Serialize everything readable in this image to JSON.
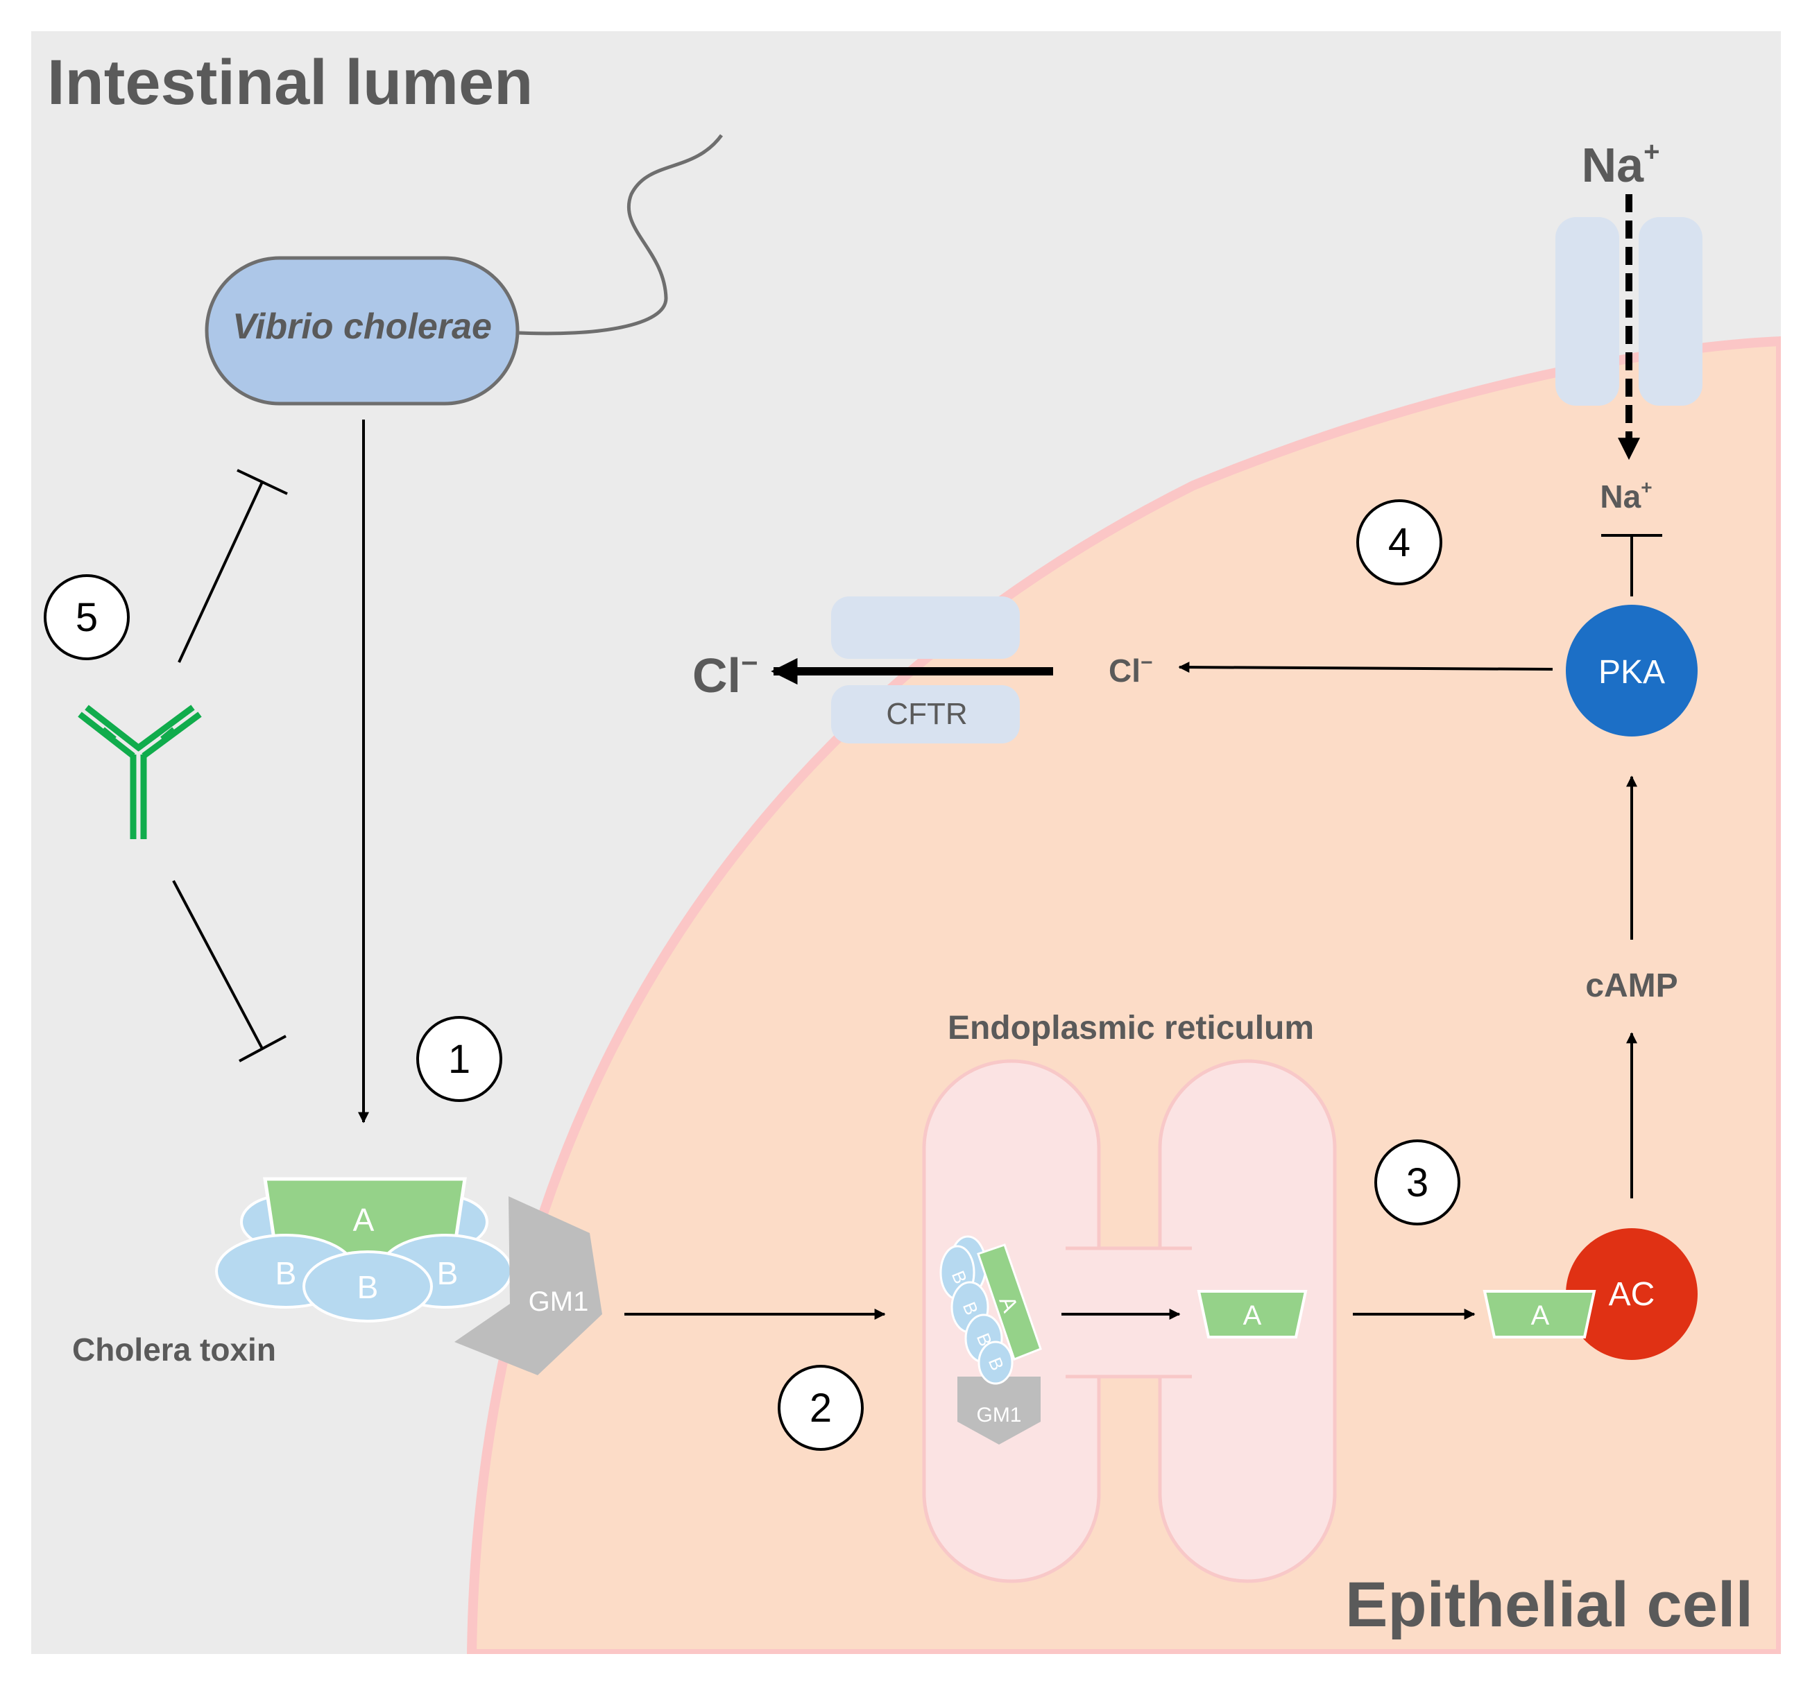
{
  "regions": {
    "lumen_label": "Intestinal lumen",
    "cell_label": "Epithelial cell"
  },
  "bacterium": {
    "label": "Vibrio cholerae"
  },
  "toxin": {
    "label": "Cholera toxin",
    "subunit_a": "A",
    "subunit_b": "B",
    "receptor": "GM1"
  },
  "organelle": {
    "label": "Endoplasmic reticulum"
  },
  "molecules": {
    "na_out": "Na",
    "na_in": "Na",
    "plus": "+",
    "cl_out": "Cl",
    "cl_in": "Cl",
    "minus": "−",
    "cftr": "CFTR",
    "pka": "PKA",
    "camp": "cAMP",
    "ac": "AC"
  },
  "steps": [
    "1",
    "2",
    "3",
    "4",
    "5"
  ],
  "colors": {
    "lumen_bg": "#ebebeb",
    "cell_fill": "#fcdcc7",
    "cell_membrane": "#fbc6c6",
    "bacterium_fill": "#adc7e8",
    "subunit_a": "#95d289",
    "subunit_b": "#b6d9f0",
    "gm1": "#bdbdbd",
    "channel": "#d8e2f0",
    "pka": "#1c6fc6",
    "ac": "#e03114",
    "antibody": "#10ac4c",
    "er_fill": "#fbe3e3",
    "er_border": "#f8c8c8"
  },
  "icons": [
    "antibody-icon",
    "sodium-channel-icon",
    "cftr-channel-icon",
    "flagellum-icon"
  ]
}
